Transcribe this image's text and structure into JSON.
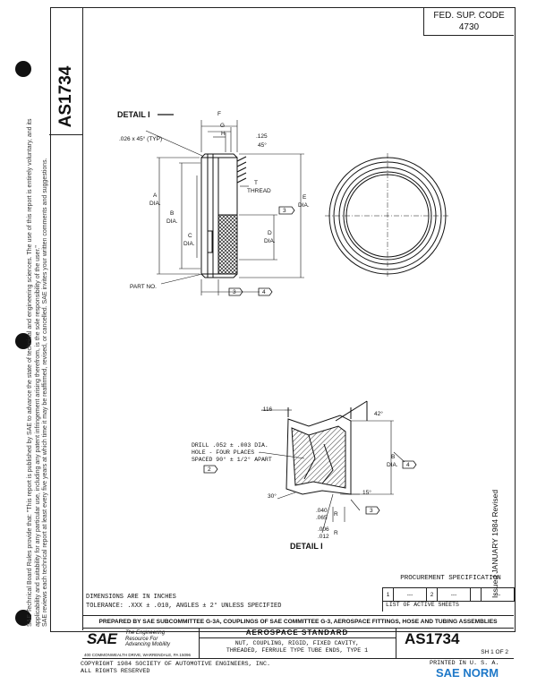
{
  "fed_sup_code": {
    "label": "FED. SUP. CODE",
    "value": "4730"
  },
  "standard_number": "AS1734",
  "legal_notice": [
    "SAE Technical Board Rules provide that: \"This report is published by SAE to advance the state of technical and engineering sciences. The use of this report is entirely voluntary, and its",
    "applicability and suitability for any particular use, including any patent infringement arising therefrom, is the sole responsibility of the user.\"",
    "SAE reviews each technical report at least every five years at which time it may be reaffirmed, revised, or cancelled. SAE invites your written comments and suggestions."
  ],
  "main_view": {
    "detail_callout": "DETAIL I",
    "chamfer": ".026 x 45° (TYP)",
    "dim_f": "F",
    "dim_g": "G",
    "dim_h": "H",
    "dim_125": ".125",
    "angle_45": "45°",
    "dim_a": "A",
    "dim_b": "B",
    "dim_c": "C",
    "dim_d": "D",
    "dim_e": "E",
    "dia": "DIA.",
    "thread_t": "T",
    "thread": "THREAD",
    "note_3": "3",
    "note_4": "4",
    "part_no": "PART NO."
  },
  "detail_view": {
    "dim_116": ".116",
    "angle_42": "42°",
    "drill_note": [
      "DRILL .052 ± .003 DIA.",
      "HOLE - FOUR PLACES -",
      "SPACED 90° ± 1/2° APART"
    ],
    "note_2": "2",
    "angle_30": "30°",
    "angle_15": "15°",
    "dim_b": "B",
    "dia": "DIA.",
    "note_4": "4",
    "note_3": "3",
    "dim_040": ".040",
    "dim_065": ".065",
    "r": "R",
    "dim_006": ".006",
    "dim_012": ".012",
    "title": "DETAIL I"
  },
  "procurement": {
    "title": "PROCUREMENT SPECIFICATION",
    "sheet_cells": [
      "1",
      "---",
      "2",
      "---",
      "",
      "---"
    ],
    "list_label": "LIST OF ACTIVE SHEETS"
  },
  "dimensions_note": [
    "DIMENSIONS ARE IN INCHES",
    "TOLERANCE:  .XXX  ± .010, ANGLES  ± 2° UNLESS SPECIFIED"
  ],
  "prepared_by": "PREPARED BY SAE SUBCOMMITTEE G-3A, COUPLINGS OF SAE COMMITTEE G-3, AEROSPACE FITTINGS, HOSE AND TUBING ASSEMBLIES",
  "title_block": {
    "sae": "SAE",
    "tagline": [
      "The Engineering",
      "Resource For",
      "Advancing Mobility"
    ],
    "address": "400 COMMONWEALTH DRIVE, WARRENDALE, PA 15096",
    "standard_type": "AEROSPACE  STANDARD",
    "description": [
      "NUT, COUPLING, RIGID, FIXED CAVITY,",
      "THREADED, FERRULE TYPE TUBE ENDS, TYPE 1"
    ],
    "number": "AS1734",
    "sheet": "SH 1 OF 2"
  },
  "copyright": [
    "COPYRIGHT 1984 SOCIETY OF AUTOMOTIVE ENGINEERS, INC.",
    "ALL RIGHTS RESERVED"
  ],
  "printed": "PRINTED IN U. S. A.",
  "watermark": "SAE NORM",
  "issued": "Issued JANUARY 1984 Revised"
}
